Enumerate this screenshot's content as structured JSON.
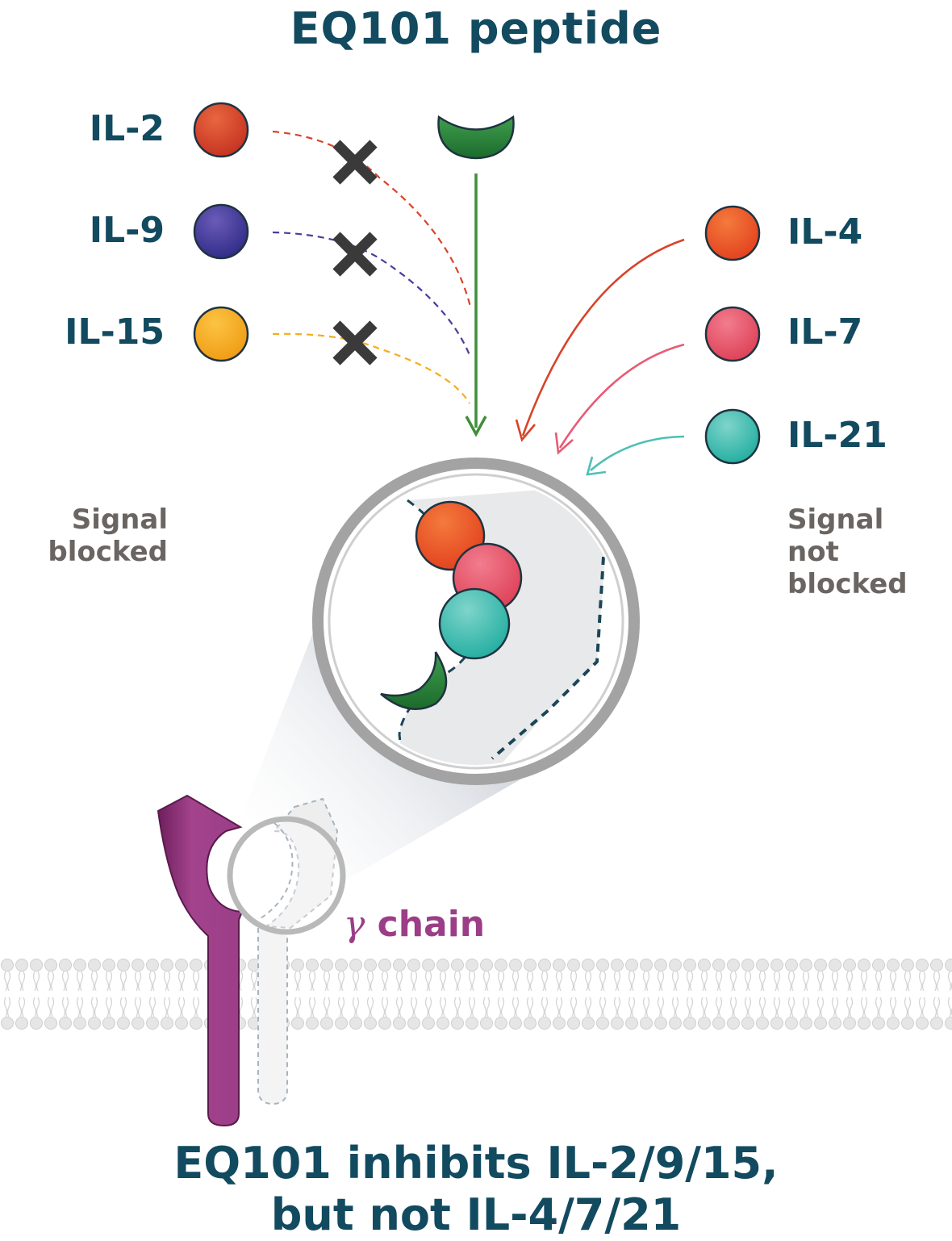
{
  "title": "EQ101 peptide",
  "blocked_label": "Signal blocked",
  "not_blocked_label": "Signal not blocked",
  "cytokines_blocked": [
    {
      "label": "IL-2",
      "color": "#d8432a"
    },
    {
      "label": "IL-9",
      "color": "#4a3d9c"
    },
    {
      "label": "IL-15",
      "color": "#f4ad1e"
    }
  ],
  "cytokines_not_blocked": [
    {
      "label": "IL-4",
      "color": "#ee5d25"
    },
    {
      "label": "IL-7",
      "color": "#e95a73"
    },
    {
      "label": "IL-21",
      "color": "#4dc0b5"
    }
  ],
  "peptide_color": "#2f8a3f",
  "receptor_color": "#9b3d87",
  "gamma_symbol": "γ",
  "gamma_label": "chain",
  "conclusion_line1": "EQ101 inhibits IL-2/9/15,",
  "conclusion_line2": "but not IL-4/7/21"
}
